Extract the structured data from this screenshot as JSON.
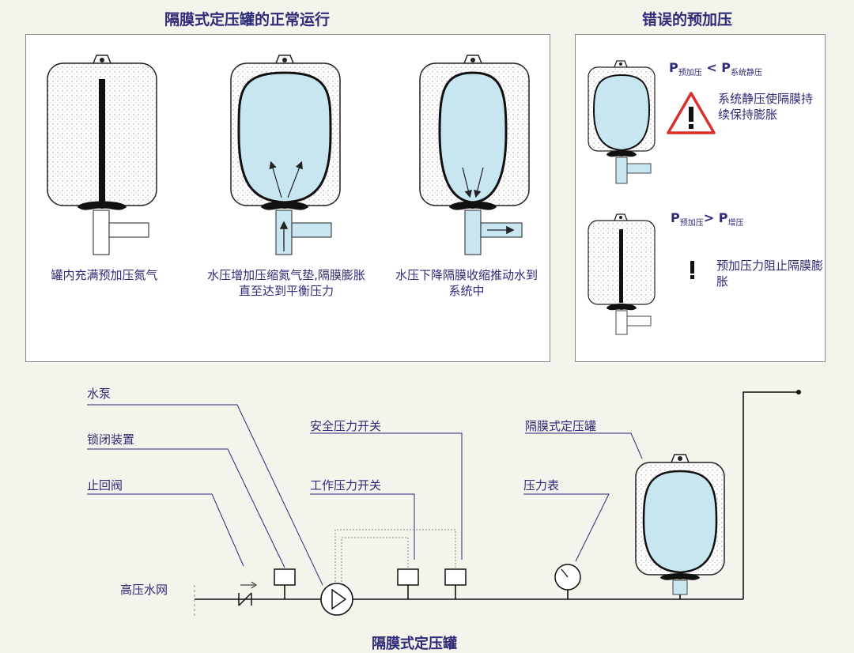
{
  "normal_section": {
    "title": "隔膜式定压罐的正常运行",
    "captions": [
      "罐内充满预加压氮气",
      "水压增加压缩氮气垫,隔膜膨胀直至达到平衡压力",
      "水压下降隔膜收缩推动水到系统中"
    ]
  },
  "wrong_section": {
    "title": "错误的预加压",
    "case1": {
      "p_left": "P",
      "p_left_sub": "预加压",
      "operator": "<",
      "p_right": "P",
      "p_right_sub": "系统静压",
      "note": "系统静压使隔膜持续保持膨胀"
    },
    "case2": {
      "p_left": "P",
      "p_left_sub": "预加压",
      "operator": ">",
      "p_right": "P",
      "p_right_sub": "增压",
      "note": "预加压力阻止隔膜膨胀"
    }
  },
  "system_labels": {
    "pump": "水泵",
    "lock_device": "锁闭装置",
    "check_valve": "止回阀",
    "high_pressure_net": "高压水网",
    "safety_switch": "安全压力开关",
    "work_switch": "工作压力开关",
    "pressure_gauge": "压力表",
    "diaphragm_tank": "隔膜式定压罐",
    "bottom_title_partial": "隔膜式定压罐"
  },
  "colors": {
    "accent_text": "#2d2a78",
    "water": "#c7e6f0",
    "warning_red": "#d9302b"
  }
}
